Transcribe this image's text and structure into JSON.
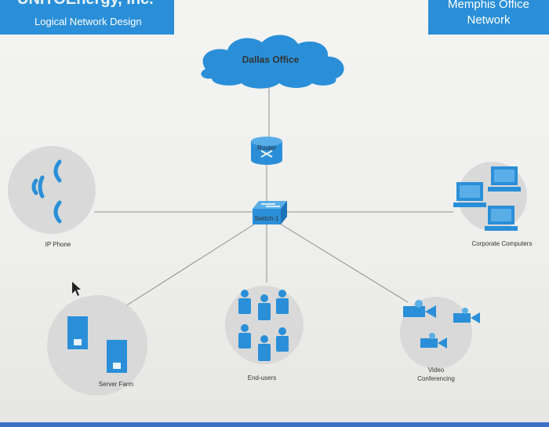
{
  "header": {
    "company": "UNITOEnergy, Inc.",
    "subtitle": "Logical Network Design",
    "right_line1": "Memphis Office",
    "right_line2": "Network"
  },
  "nodes": {
    "cloud": "Dallas Office",
    "router": "Router",
    "switch": "Switch-1",
    "ip_phone": "IP Phone",
    "corporate": "Corporate Computers",
    "server_farm": "Server Farm",
    "end_users": "End-users",
    "video_line1": "Video",
    "video_line2": "Conferencing"
  },
  "colors": {
    "accent": "#2a8fd8",
    "node_circle": "#dcdcdc",
    "link": "#8a8a8a"
  }
}
